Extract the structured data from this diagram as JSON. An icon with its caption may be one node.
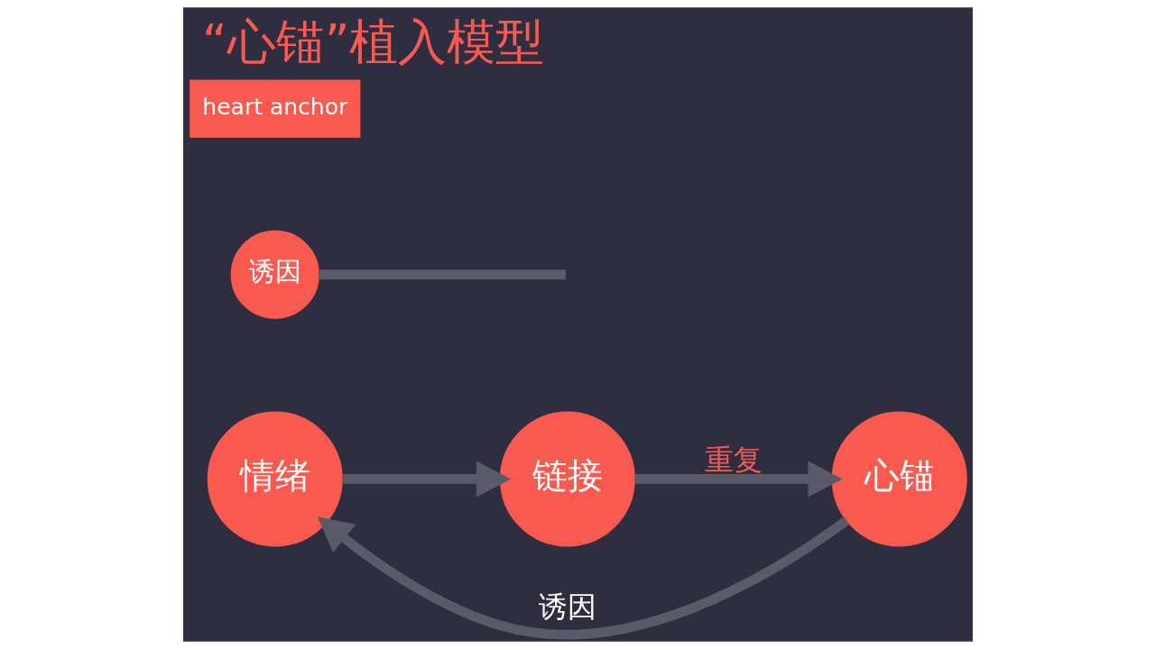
{
  "diagram": {
    "title": "“心锚”植入模型",
    "nodes": [
      {
        "text": [
          "情绪"
        ]
      },
      {
        "text": [
          "诱因"
        ]
      },
      {
        "text": [
          "链接"
        ]
      },
      {
        "text": [
          "心锚"
        ]
      }
    ],
    "edges": [
      {
        "from": 0,
        "to": 2,
        "arrow": "to"
      },
      {
        "from": 1,
        "to": null,
        "arrow": "none"
      },
      {
        "from": 2,
        "to": 3,
        "label": "重复",
        "arrow": "to"
      },
      {
        "from": 3,
        "to": 0,
        "label": "诱因",
        "arrow": "to"
      }
    ],
    "labels": [
      "heart anchor"
    ]
  }
}
